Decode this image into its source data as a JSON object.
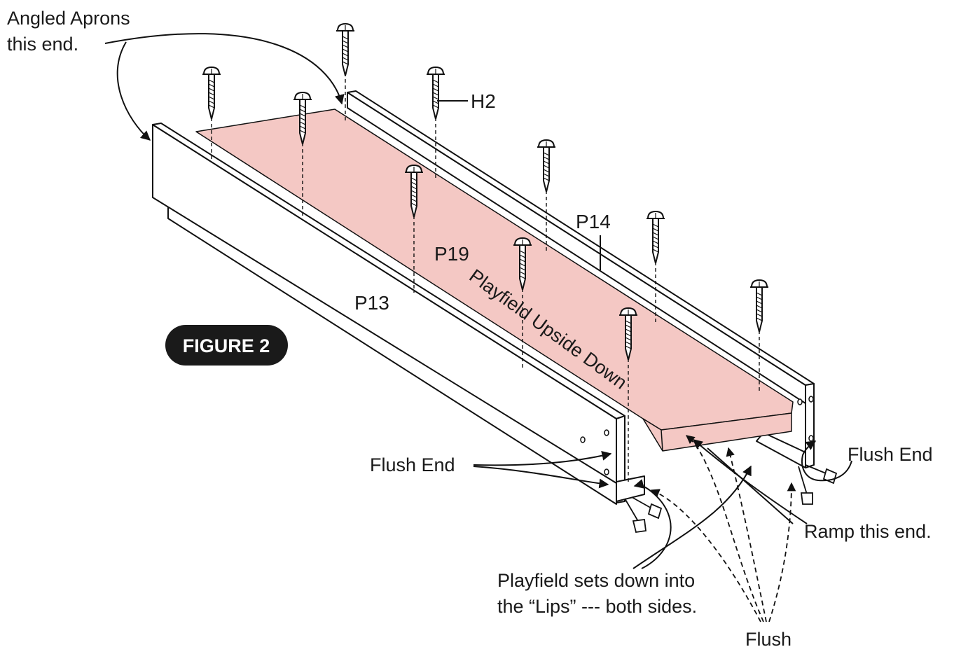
{
  "figure": {
    "badge": "FIGURE 2",
    "playfield_color": "#f4c8c4",
    "parts": {
      "side_left": "P13",
      "side_right": "P14",
      "playfield": "P19",
      "hardware": "H2"
    },
    "labels": {
      "angled_line1": "Angled Aprons",
      "angled_line2": "this end.",
      "playfield_text": "Playfield Upside Down",
      "flush_end_left": "Flush End",
      "flush_end_right": "Flush End",
      "ramp": "Ramp this end.",
      "sets_line1": "Playfield sets down into",
      "sets_line2": "the “Lips” --- both sides.",
      "flush": "Flush"
    }
  }
}
